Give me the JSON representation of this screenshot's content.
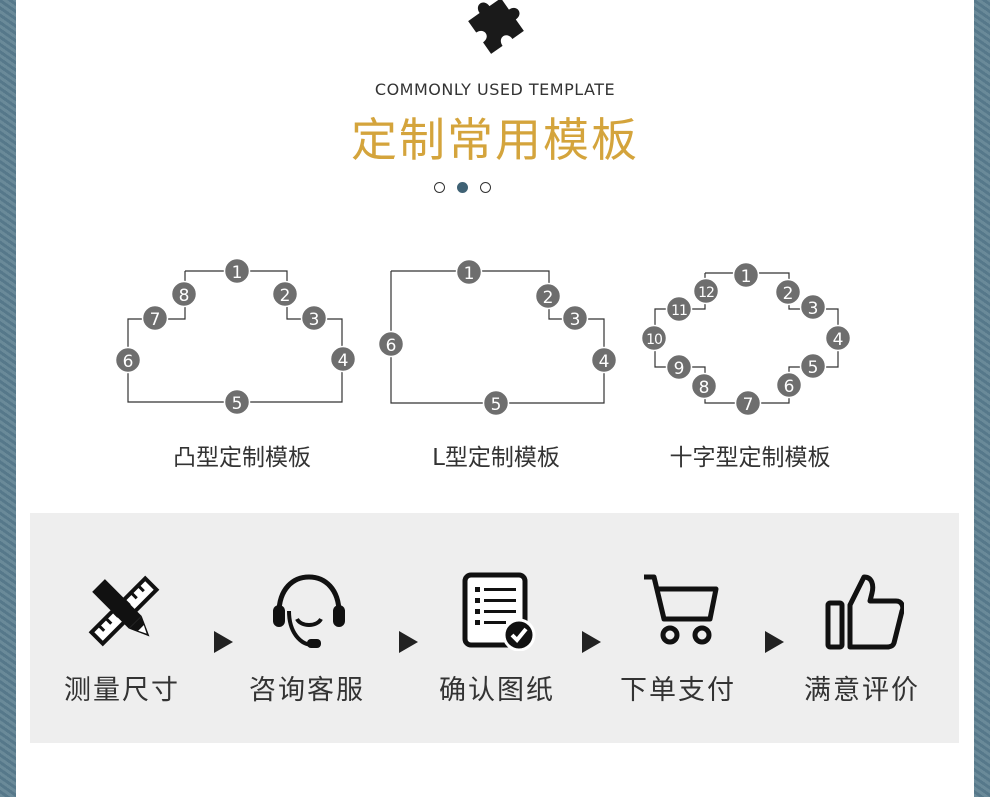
{
  "header": {
    "subtitle": "COMMONLY USED TEMPLATE",
    "title": "定制常用模板",
    "icon": "puzzle-icon"
  },
  "pager": {
    "count": 3,
    "active_index": 1
  },
  "templates": [
    {
      "label": "凸型定制模板",
      "markers": [
        "1",
        "2",
        "3",
        "4",
        "5",
        "6",
        "7",
        "8"
      ]
    },
    {
      "label": "L型定制模板",
      "markers": [
        "1",
        "2",
        "3",
        "4",
        "5",
        "6"
      ]
    },
    {
      "label": "十字型定制模板",
      "markers": [
        "1",
        "2",
        "3",
        "4",
        "5",
        "6",
        "7",
        "8",
        "9",
        "10",
        "11",
        "12"
      ]
    }
  ],
  "process": {
    "steps": [
      {
        "label": "测量尺寸",
        "icon": "ruler-pencil-icon"
      },
      {
        "label": "咨询客服",
        "icon": "headset-icon"
      },
      {
        "label": "确认图纸",
        "icon": "document-check-icon"
      },
      {
        "label": "下单支付",
        "icon": "cart-icon"
      },
      {
        "label": "满意评价",
        "icon": "thumbs-up-icon"
      }
    ]
  },
  "colors": {
    "accent": "#d4a43c",
    "marker": "#6e6e6e",
    "active_dot": "#3f6275",
    "frame": "#5f7f8f",
    "process_bg": "#eeeeee"
  }
}
